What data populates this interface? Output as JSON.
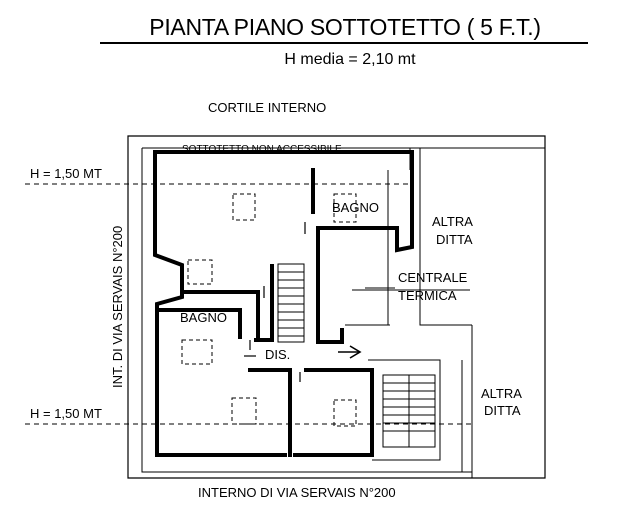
{
  "header": {
    "title": "PIANTA PIANO SOTTOTETTO  ( 5 F.T.)",
    "subtitle": "H media =  2,10 mt"
  },
  "labels": {
    "courtyard": "CORTILE INTERNO",
    "attic_inaccessible": "SOTTOTETTO NON ACCESSIBILE",
    "height_top": "H = 1,50 MT",
    "height_bottom": "H = 1,50 MT",
    "street_side": "INT. DI VIA SERVAIS N°200",
    "bathroom_1": "BAGNO",
    "bathroom_2": "BAGNO",
    "other_company_1_line1": "ALTRA",
    "other_company_1_line2": "DITTA",
    "boiler_line1": "CENTRALE",
    "boiler_line2": "TERMICA",
    "hallway": "DIS.",
    "other_company_2_line1": "ALTRA",
    "other_company_2_line2": "DITTA",
    "bottom_street": "INTERNO DI VIA SERVAIS N°200"
  },
  "colors": {
    "ink": "#000000",
    "paper": "#ffffff"
  }
}
